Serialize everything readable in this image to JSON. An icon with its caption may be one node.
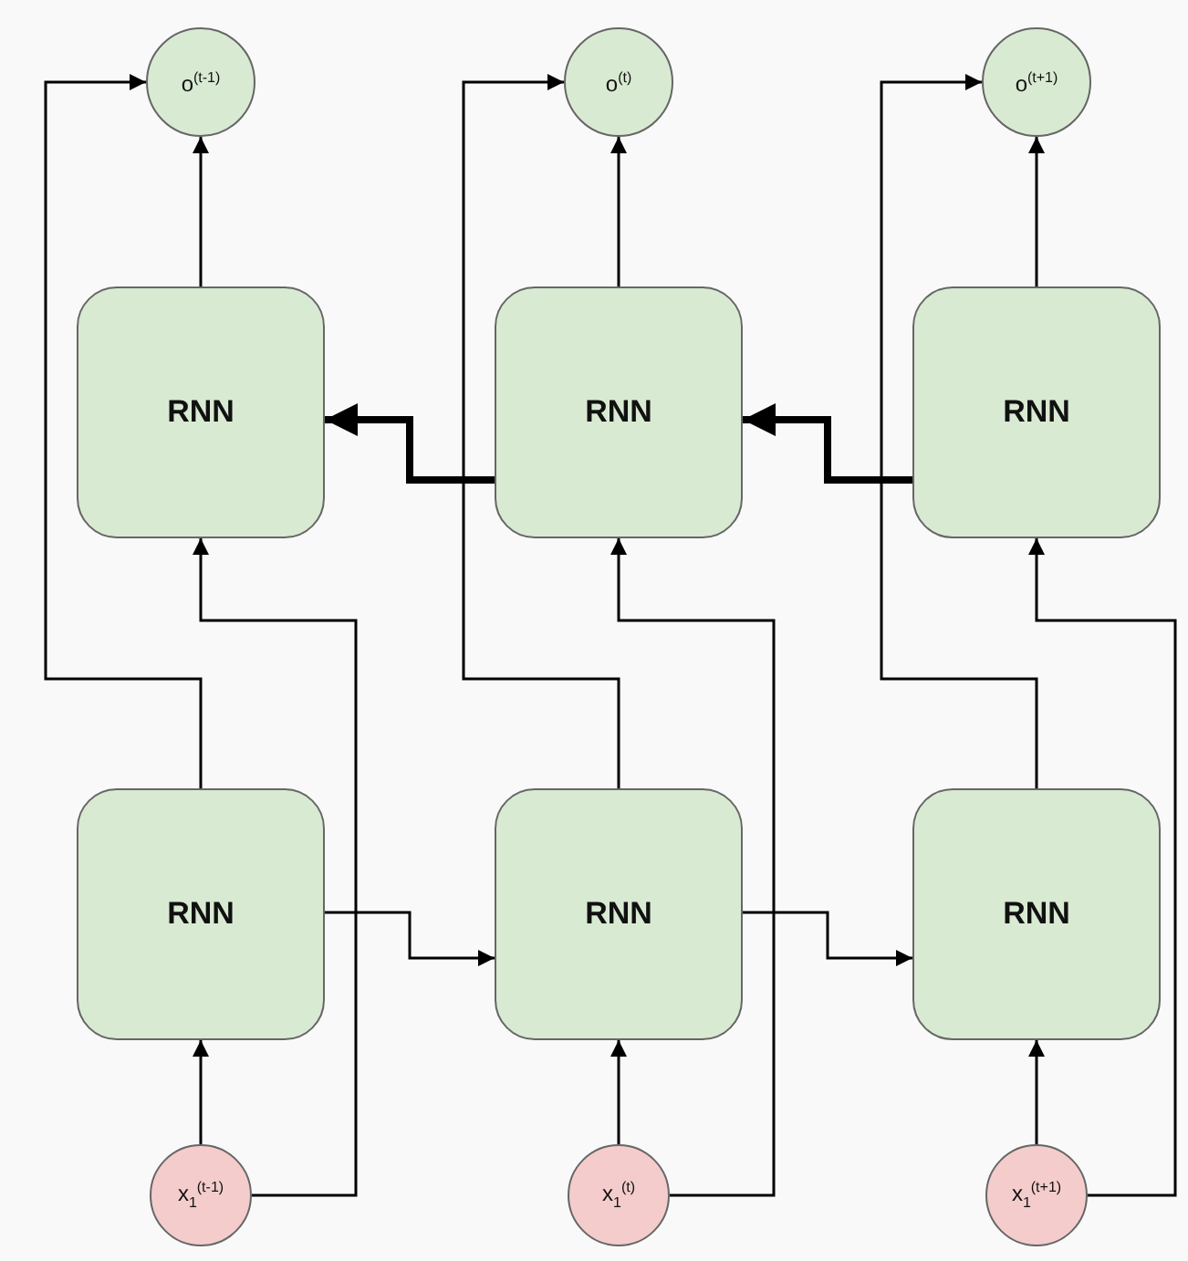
{
  "diagram": {
    "nodes": [
      {
        "text": [
          "o$^{(t-1)}$"
        ]
      },
      {
        "text": [
          "o$^{(t)}$"
        ]
      },
      {
        "text": [
          "o$^{(t+1)}$"
        ]
      },
      {
        "text": [
          "RNN"
        ]
      },
      {
        "text": [
          "RNN"
        ]
      },
      {
        "text": [
          "RNN"
        ]
      },
      {
        "text": [
          "RNN"
        ]
      },
      {
        "text": [
          "RNN"
        ]
      },
      {
        "text": [
          "RNN"
        ]
      },
      {
        "text": [
          "x$_{1}$$^{(t-1)}$"
        ]
      },
      {
        "text": [
          "x$_{1}$$^{(t)}$"
        ]
      },
      {
        "text": [
          "x$_{1}$$^{(t+1)}$"
        ]
      }
    ],
    "edges": [
      {
        "from": 3,
        "to": 0,
        "arrow": "to"
      },
      {
        "from": 4,
        "to": 1,
        "arrow": "to"
      },
      {
        "from": 5,
        "to": 2,
        "arrow": "to"
      },
      {
        "from": 5,
        "to": 4,
        "arrow": "to",
        "style": "thick"
      },
      {
        "from": 4,
        "to": 3,
        "arrow": "to",
        "style": "thick"
      },
      {
        "from": 6,
        "to": 7,
        "arrow": "to"
      },
      {
        "from": 7,
        "to": 8,
        "arrow": "to"
      },
      {
        "from": 6,
        "to": 0,
        "arrow": "to"
      },
      {
        "from": 7,
        "to": 1,
        "arrow": "to"
      },
      {
        "from": 8,
        "to": 2,
        "arrow": "to"
      },
      {
        "from": 9,
        "to": 6,
        "arrow": "to"
      },
      {
        "from": 10,
        "to": 7,
        "arrow": "to"
      },
      {
        "from": 11,
        "to": 8,
        "arrow": "to"
      },
      {
        "from": 9,
        "to": 3,
        "arrow": "to"
      },
      {
        "from": 10,
        "to": 4,
        "arrow": "to"
      },
      {
        "from": 11,
        "to": 5,
        "arrow": "to"
      }
    ]
  }
}
